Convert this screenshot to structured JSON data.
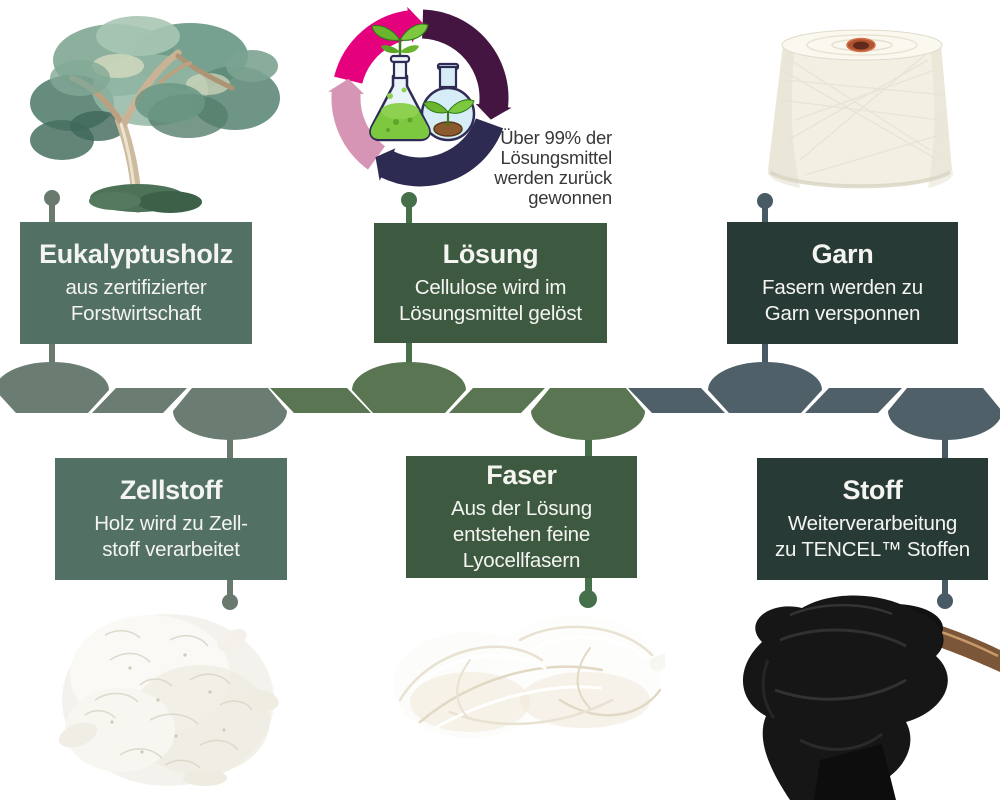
{
  "stages": {
    "top": [
      {
        "title": "Eukalyptusholz",
        "subtitle": "aus zertifizierter\nForstwirtschaft"
      },
      {
        "title": "Lösung",
        "subtitle": "Cellulose wird im\nLösungsmittel gelöst"
      },
      {
        "title": "Garn",
        "subtitle": "Fasern werden zu\nGarn versponnen"
      }
    ],
    "bottom": [
      {
        "title": "Zellstoff",
        "subtitle": "Holz wird zu Zell-\nstoff verarbeitet"
      },
      {
        "title": "Faser",
        "subtitle": "Aus der Lösung\nentstehen feine\nLyocellfasern"
      },
      {
        "title": "Stoff",
        "subtitle": "Weiterverarbeitung\nzu TENCEL™ Stoffen"
      }
    ]
  },
  "cycle_annotation": "Über 99% der\nLösungsmittel\nwerden zurück\ngewonnen",
  "illustrations": {
    "tree": "eucalyptus-tree",
    "cycle": "solvent-recycling-cycle-icon",
    "yarn": "yarn-cone",
    "pulp": "wood-pulp",
    "fiber": "lyocell-fibers",
    "fabric": "black-fabric-on-roll"
  },
  "colors": {
    "boxSage": "#527063",
    "boxGreen": "#3d5a41",
    "boxDark": "#283a35",
    "boxText": "#f4f4f1",
    "bandSage": "#6b7d72",
    "bandGreen": "#5a7552",
    "bandSlate": "#506069",
    "stemSage": "#68796e",
    "stemGreen": "#46704a",
    "stemSlate": "#485a63",
    "ringMagenta": "#e5007d",
    "ringMaroon": "#441541",
    "ringNavy": "#2d2b51",
    "ringPink": "#d795b5",
    "annotation": "#383838"
  }
}
